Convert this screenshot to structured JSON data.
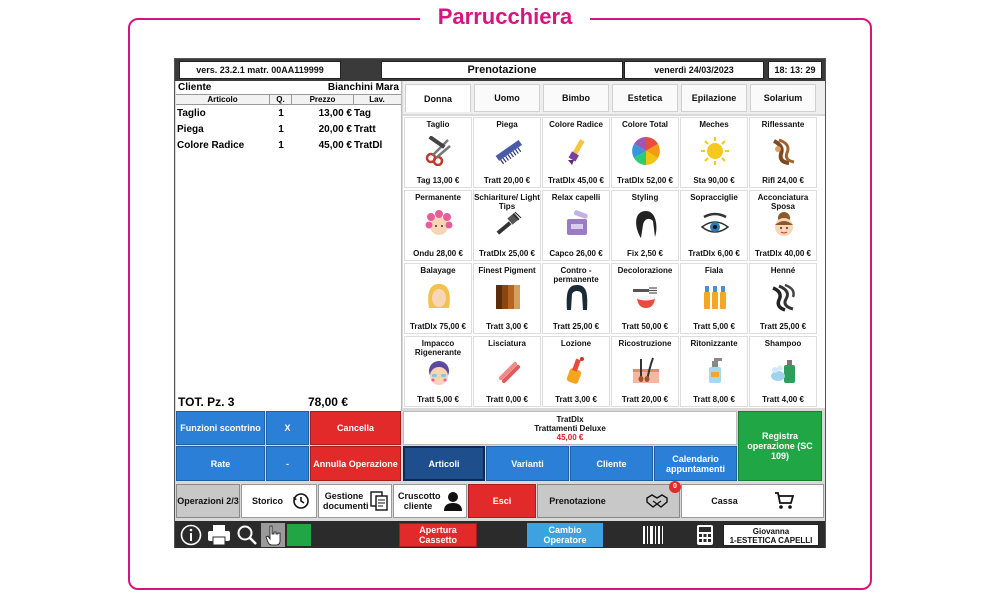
{
  "frame_title": "Parrucchiera",
  "topbar": {
    "version": "vers. 23.2.1 matr. 00AA119999",
    "title": "Prenotazione",
    "date": "venerdì 24/03/2023",
    "time": "18: 13: 29"
  },
  "ticket": {
    "customer_label": "Cliente",
    "customer_name": "Bianchini Mara",
    "columns": [
      "Articolo",
      "Q.",
      "Prezzo",
      "Lav."
    ],
    "items": [
      {
        "name": "Taglio",
        "qty": "1",
        "price": "13,00 €",
        "lav": "Tag"
      },
      {
        "name": "Piega",
        "qty": "1",
        "price": "20,00 €",
        "lav": "Tratt"
      },
      {
        "name": "Colore Radice",
        "qty": "1",
        "price": "45,00 €",
        "lav": "TratDl"
      }
    ],
    "total_label": "TOT. Pz. 3",
    "total_value": "78,00 €"
  },
  "tabs": [
    "Donna",
    "Uomo",
    "Bimbo",
    "Estetica",
    "Epilazione",
    "Solarium"
  ],
  "products": [
    {
      "name": "Taglio",
      "price": "Tag 13,00 €",
      "icon": "scissors-comb-icon"
    },
    {
      "name": "Piega",
      "price": "Tratt 20,00 €",
      "icon": "comb-icon"
    },
    {
      "name": "Colore Radice",
      "price": "TratDlx 45,00 €",
      "icon": "dye-brush-icon"
    },
    {
      "name": "Colore Total",
      "price": "TratDlx 52,00 €",
      "icon": "color-wheel-icon"
    },
    {
      "name": "Meches",
      "price": "Sta 90,00 €",
      "icon": "sun-icon"
    },
    {
      "name": "Riflessante",
      "price": "Rifl 24,00 €",
      "icon": "hair-strand-icon"
    },
    {
      "name": "Permanente",
      "price": "Ondu 28,00 €",
      "icon": "curlers-icon"
    },
    {
      "name": "Schiariture/ Light Tips",
      "price": "TratDlx 25,00 €",
      "icon": "tint-brush-icon"
    },
    {
      "name": "Relax capelli",
      "price": "Capco 26,00 €",
      "icon": "relax-box-icon"
    },
    {
      "name": "Styling",
      "price": "Fix 2,50 €",
      "icon": "styled-hair-icon"
    },
    {
      "name": "Sopracciglie",
      "price": "TratDlx 6,00 €",
      "icon": "eye-brow-icon"
    },
    {
      "name": "Acconciatura Sposa",
      "price": "TratDlx 40,00 €",
      "icon": "bride-icon"
    },
    {
      "name": "Balayage",
      "price": "TratDlx 75,00 €",
      "icon": "blonde-head-icon"
    },
    {
      "name": "Finest Pigment",
      "price": "Tratt 3,00 €",
      "icon": "hair-swatch-icon"
    },
    {
      "name": "Contro - permanente",
      "price": "Tratt 25,00 €",
      "icon": "straight-hair-icon"
    },
    {
      "name": "Decolorazione",
      "price": "Tratt 50,00 €",
      "icon": "bleach-bowl-icon"
    },
    {
      "name": "Fiala",
      "price": "Tratt 5,00 €",
      "icon": "vials-icon"
    },
    {
      "name": "Henné",
      "price": "Tratt 25,00 €",
      "icon": "henna-hair-icon"
    },
    {
      "name": "Impacco Rigenerante",
      "price": "Tratt 5,00 €",
      "icon": "mask-face-icon"
    },
    {
      "name": "Lisciatura",
      "price": "Tratt 0,00 €",
      "icon": "straightener-icon"
    },
    {
      "name": "Lozione",
      "price": "Tratt 3,00 €",
      "icon": "dropper-bottle-icon"
    },
    {
      "name": "Ricostruzione",
      "price": "Tratt 20,00 €",
      "icon": "hair-follicle-icon"
    },
    {
      "name": "Ritonizzante",
      "price": "Tratt 8,00 €",
      "icon": "pump-bottle-icon"
    },
    {
      "name": "Shampoo",
      "price": "Tratt 4,00 €",
      "icon": "shampoo-icon"
    }
  ],
  "actions": {
    "funzioni": "Funzioni scontrino",
    "x": "X",
    "cancella": "Cancella",
    "rate": "Rate",
    "minus": "-",
    "annulla": "Annulla Operazione",
    "deluxe_code": "TratDlx",
    "deluxe_name": "Trattamenti Deluxe",
    "deluxe_price": "45,00 €",
    "articoli": "Articoli",
    "varianti": "Varianti",
    "cliente": "Cliente",
    "calendario": "Calendario appuntamenti",
    "registra": "Registra operazione (SC 109)"
  },
  "toolbar": {
    "operazioni": "Operazioni 2/3",
    "storico": "Storico",
    "gestione": "Gestione documenti",
    "cruscotto": "Cruscotto cliente",
    "esci": "Esci",
    "prenotazione": "Prenotazione",
    "prenotazione_badge": "0",
    "cassa": "Cassa"
  },
  "bottombar": {
    "apertura": "Apertura Cassetto",
    "cambio": "Cambio Operatore",
    "operator_name": "Giovanna",
    "operator_role": "1-ESTETICA CAPELLI"
  }
}
